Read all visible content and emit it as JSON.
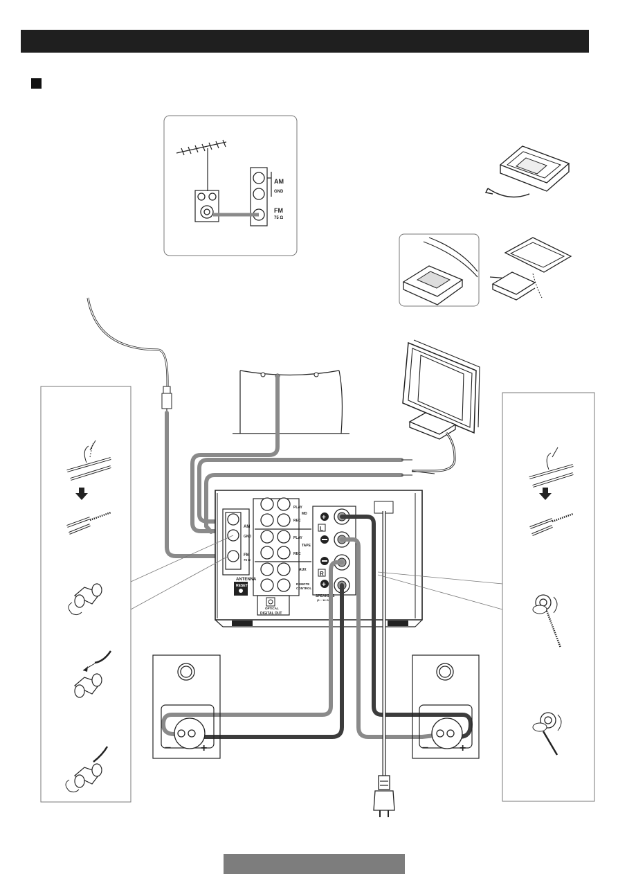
{
  "diagram": {
    "inset_fm": {
      "am": "AM",
      "gnd": "GND",
      "fm": "FM",
      "fm_ohm": "75 Ω"
    },
    "back_panel": {
      "am": "AM",
      "gnd": "GND",
      "fm": "FM",
      "fm_ohm": "75 Ω",
      "antenna": "ANTENNA",
      "reset": "RESET",
      "optical": "OPTICAL",
      "digital_out": "DIGITAL OUT",
      "play": "PLAY",
      "rec": "REC",
      "md": "MD",
      "tape": "TAPE",
      "aux": "AUX",
      "remote": "REMOTE",
      "control": "CONTROL",
      "speakers": "SPEAKERS",
      "speakers_ohm": "(6 ~ 16 Ω)",
      "left_letter": "L",
      "right_letter": "R"
    },
    "speaker_plus": "+",
    "speaker_minus": "−"
  },
  "colors": {
    "cable_gray": "#8a8a8a",
    "cable_dark": "#3c3c3c",
    "bar_dark": "#1f1f1f",
    "bar_footer": "#7d7d7d"
  }
}
